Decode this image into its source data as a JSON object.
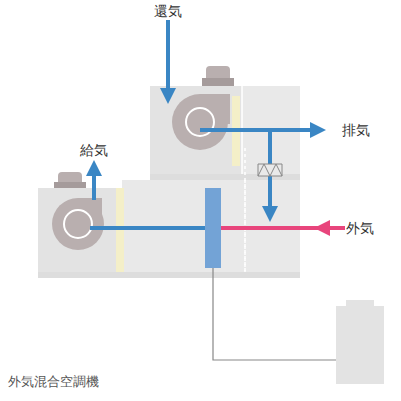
{
  "diagram": {
    "caption": "外気混合空調機",
    "labels": [
      "還気",
      "給気",
      "排気",
      "外気"
    ]
  }
}
